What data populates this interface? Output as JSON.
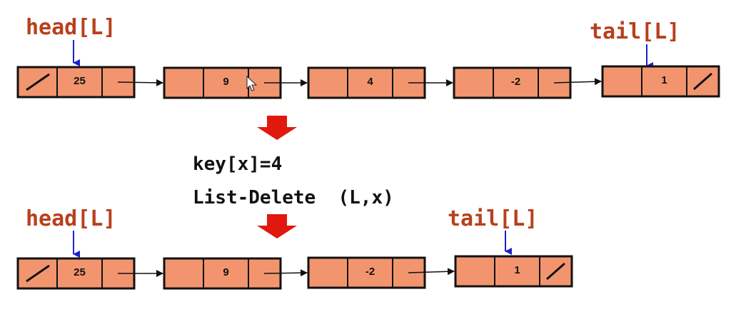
{
  "colors": {
    "node_fill": "#f2956e",
    "node_stroke": "#111111",
    "label_red": "#b8401c",
    "pointer_blue": "#1a22cc",
    "arrow_red": "#e0180e"
  },
  "top_list": {
    "head_label": "head[L]",
    "tail_label": "tail[L]",
    "nodes": [
      {
        "key": "25",
        "prev": "nil",
        "next": "ptr"
      },
      {
        "key": "9",
        "prev": "",
        "next": "ptr"
      },
      {
        "key": "4",
        "prev": "",
        "next": "ptr"
      },
      {
        "key": "-2",
        "prev": "",
        "next": "ptr"
      },
      {
        "key": "1",
        "prev": "",
        "next": "nil"
      }
    ]
  },
  "operation": {
    "line1": "key[x]=4",
    "line2": "List-Delete  (L,x)"
  },
  "bottom_list": {
    "head_label": "head[L]",
    "tail_label": "tail[L]",
    "nodes": [
      {
        "key": "25",
        "prev": "nil",
        "next": "ptr"
      },
      {
        "key": "9",
        "prev": "",
        "next": "ptr"
      },
      {
        "key": "-2",
        "prev": "",
        "next": "ptr"
      },
      {
        "key": "1",
        "prev": "",
        "next": "nil"
      }
    ]
  },
  "icons": [
    "cursor-arrow-icon",
    "down-arrow-icon"
  ]
}
